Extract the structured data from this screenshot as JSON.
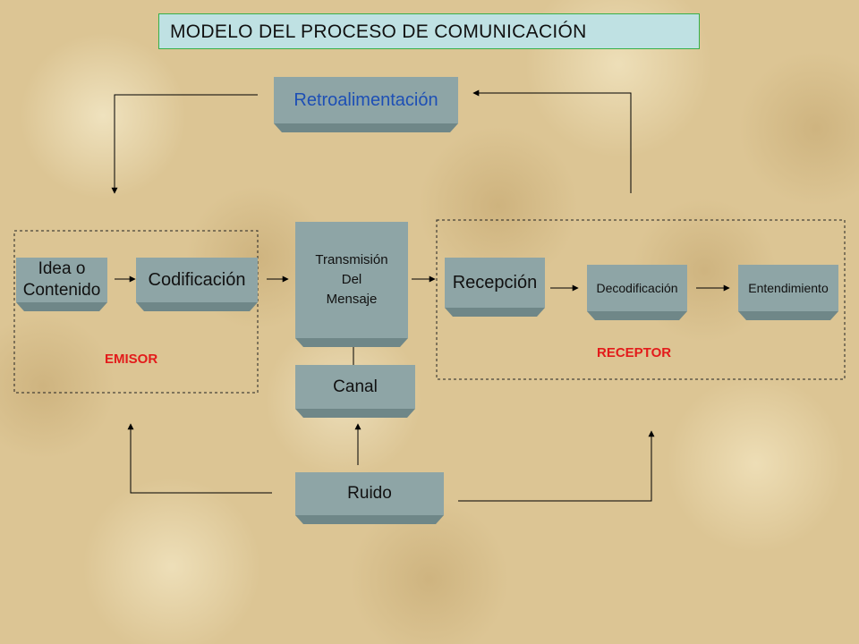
{
  "title": "MODELO DEL PROCESO DE COMUNICACIÓN",
  "nodes": {
    "retroalimentacion": "Retroalimentación",
    "idea_line1": "Idea o",
    "idea_line2": "Contenido",
    "codificacion": "Codificación",
    "transmision_line1": "Transmisión",
    "transmision_line2": "Del",
    "transmision_line3": "Mensaje",
    "canal": "Canal",
    "ruido": "Ruido",
    "recepcion": "Recepción",
    "decodificacion": "Decodificación",
    "entendimiento": "Entendimiento"
  },
  "groups": {
    "emisor": "EMISOR",
    "receptor": "RECEPTOR"
  },
  "colors": {
    "box_fill": "#8ea5a6",
    "box_shadow": "#6f8788",
    "title_fill": "#bfe1e3",
    "title_border": "#37b04a",
    "group_label": "#e31b1b",
    "retro_text": "#1d4fb5"
  }
}
